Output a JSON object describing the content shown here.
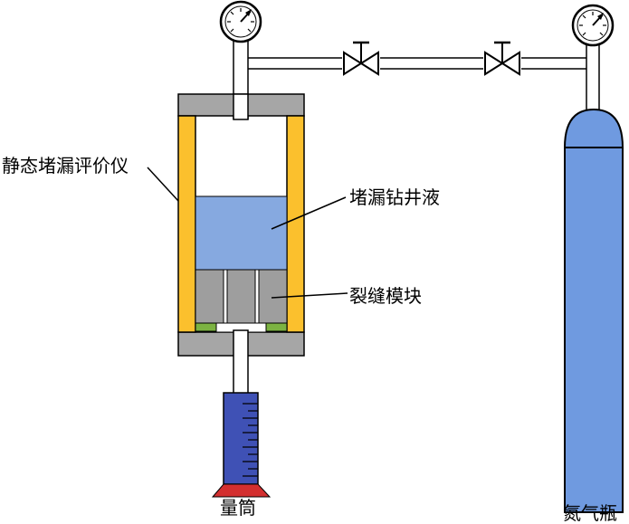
{
  "labels": {
    "instrument": "静态堵漏评价仪",
    "plugging_fluid": "堵漏钻井液",
    "fracture_module": "裂缝模块",
    "graduated_cylinder": "量筒",
    "nitrogen_cylinder": "氮气瓶"
  },
  "colors": {
    "frame": "#FBC02D",
    "cap": "#A6A6A6",
    "fluid": "#86A9E0",
    "module": "#9E9E9E",
    "seal": "#7CB342",
    "cylinder_body": "#3F51B5",
    "cylinder_base": "#D32F2F",
    "tank": "#6F9AE0"
  }
}
